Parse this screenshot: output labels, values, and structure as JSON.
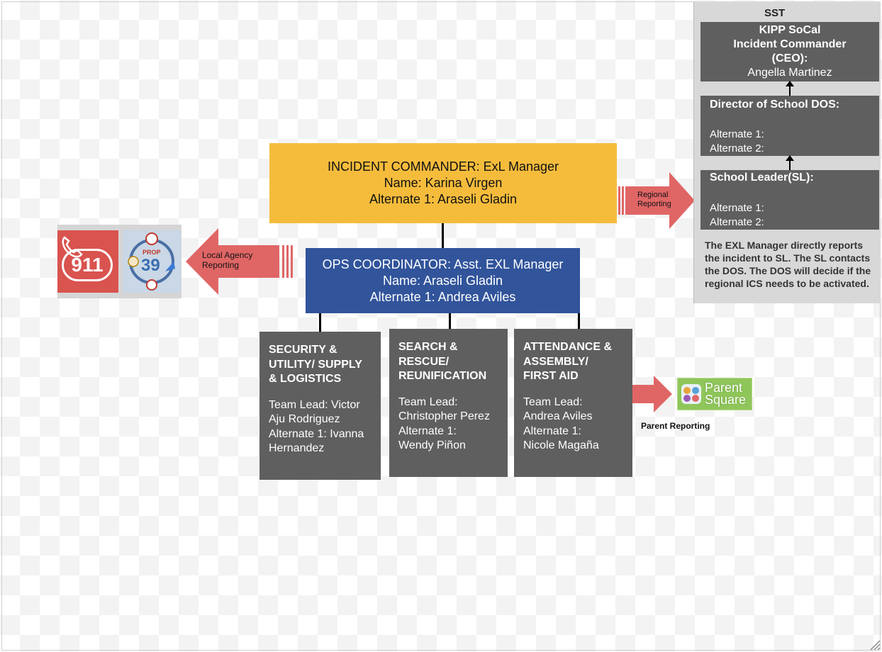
{
  "incident_commander": {
    "line1": "INCIDENT COMMANDER: ExL Manager",
    "line2": "Name: Karina Virgen",
    "line3": "Alternate 1: Araseli Gladin"
  },
  "ops_coordinator": {
    "line1": "OPS COORDINATOR: Asst. EXL Manager",
    "line2": "Name: Araseli Gladin",
    "line3": "Alternate 1: Andrea Aviles"
  },
  "teams": [
    {
      "title_lines": [
        "SECURITY &",
        "UTILITY/ SUPPLY",
        "& LOGISTICS"
      ],
      "body_lines": [
        "Team Lead:  Victor",
        "Aju Rodriguez",
        "Alternate 1: Ivanna",
        "Hernandez"
      ]
    },
    {
      "title_lines": [
        "SEARCH &",
        "RESCUE/",
        "REUNIFICATION"
      ],
      "body_lines": [
        "Team Lead:",
        "Christopher Perez",
        "Alternate 1:",
        "Wendy Piñon"
      ]
    },
    {
      "title_lines": [
        "ATTENDANCE &",
        "ASSEMBLY/",
        "FIRST AID"
      ],
      "body_lines": [
        "Team Lead:",
        "Andrea Aviles",
        "Alternate 1:",
        "Nicole Magaña"
      ]
    }
  ],
  "arrows": {
    "local_agency": [
      "Local Agency",
      "Reporting"
    ],
    "regional": [
      "Regional",
      "Reporting"
    ],
    "parent": "Parent Reporting"
  },
  "logos": {
    "emergency_number": "911",
    "prop_label": "PROP",
    "prop_number": "39",
    "parent_square": [
      "Parent",
      "Square"
    ]
  },
  "sst": {
    "heading": "SST",
    "commander": [
      "KIPP SoCal",
      "Incident Commander",
      "(CEO):"
    ],
    "commander_name": "Angella Martinez",
    "director_title": "Director of School DOS:",
    "director_alt1": "Alternate 1:",
    "director_alt2": "Alternate 2:",
    "leader_title": "School Leader(SL):",
    "leader_alt1": "Alternate 1:",
    "leader_alt2": "Alternate 2:",
    "description": "The EXL Manager directly reports the incident to SL. The SL contacts the DOS. The DOS will decide if the regional ICS needs to be activated."
  },
  "colors": {
    "incident_commander": "#f5bc3c",
    "ops_coordinator": "#31549b",
    "team_box": "#5f5f5f",
    "arrow": "#e06666",
    "emergency_red": "#d9534f",
    "parent_square_green": "#8fc65a",
    "sst_panel": "#d8d8d8"
  }
}
